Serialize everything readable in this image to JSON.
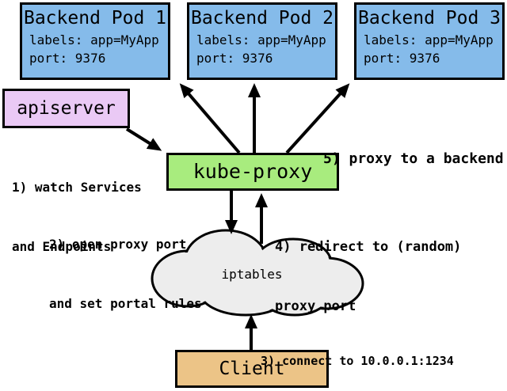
{
  "diagram": {
    "colors": {
      "pod_fill": "#85bbea",
      "apiserver_fill": "#eac9f5",
      "kubeproxy_fill": "#a8ec7e",
      "client_fill": "#ecc487",
      "cloud_fill": "#ededed",
      "border": "#000000",
      "background": "#ffffff"
    },
    "pods": [
      {
        "title": "Backend Pod 1",
        "labels": "labels: app=MyApp",
        "port": "port: 9376"
      },
      {
        "title": "Backend Pod 2",
        "labels": "labels: app=MyApp",
        "port": "port: 9376"
      },
      {
        "title": "Backend Pod 3",
        "labels": "labels: app=MyApp",
        "port": "port: 9376"
      }
    ],
    "apiserver": {
      "title": "apiserver"
    },
    "kube_proxy": {
      "title": "kube-proxy"
    },
    "cloud": {
      "title": "iptables"
    },
    "client": {
      "title": "Client"
    },
    "annotations": {
      "step1": {
        "line1": "1) watch Services",
        "line2": "and Endpoints"
      },
      "step2": {
        "line1": "2) open proxy port",
        "line2": "and set portal rules"
      },
      "step3": {
        "line1": "3) connect to 10.0.0.1:1234"
      },
      "step4": {
        "line1": "4) redirect to (random)",
        "line2": "proxy port"
      },
      "step5": {
        "line1": "5) proxy to a backend"
      }
    }
  }
}
